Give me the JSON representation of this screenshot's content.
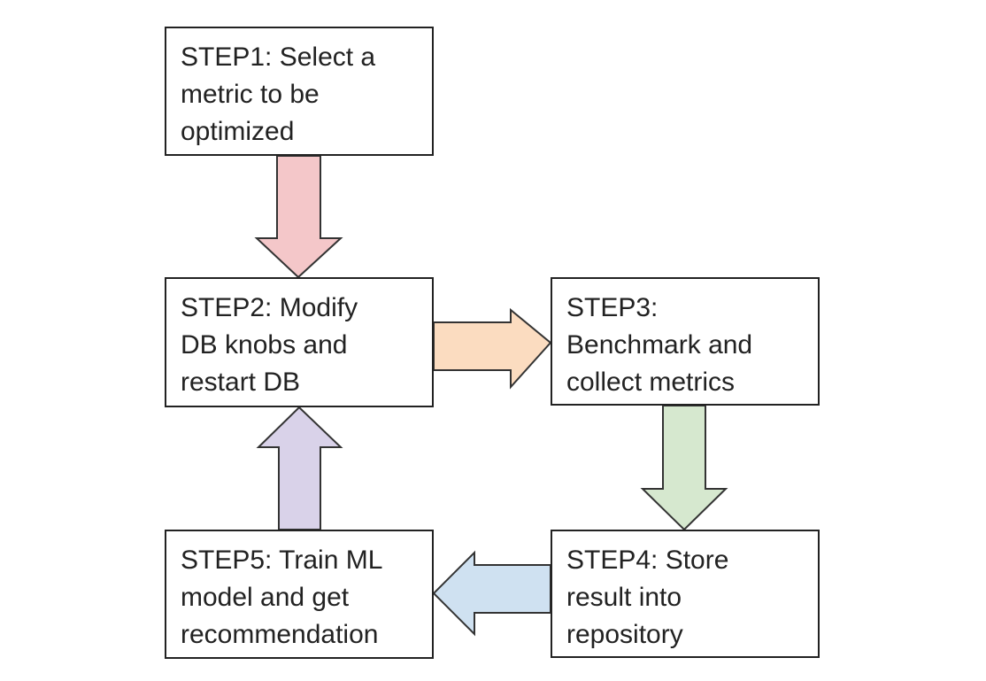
{
  "steps": [
    {
      "id": "step1",
      "text": "STEP1: Select a\nmetric to be\noptimized"
    },
    {
      "id": "step2",
      "text": "STEP2: Modify\nDB knobs and\nrestart DB"
    },
    {
      "id": "step3",
      "text": "STEP3:\nBenchmark and\ncollect metrics"
    },
    {
      "id": "step4",
      "text": "STEP4: Store\nresult into\nrepository"
    },
    {
      "id": "step5",
      "text": "STEP5: Train ML\nmodel and get\nrecommendation"
    }
  ],
  "arrows": [
    {
      "from": "step1",
      "to": "step2",
      "direction": "down",
      "color": "#f4c7c9"
    },
    {
      "from": "step2",
      "to": "step3",
      "direction": "right",
      "color": "#fbdcc0"
    },
    {
      "from": "step3",
      "to": "step4",
      "direction": "down",
      "color": "#d6e8cf"
    },
    {
      "from": "step4",
      "to": "step5",
      "direction": "left",
      "color": "#cfe1f1"
    },
    {
      "from": "step5",
      "to": "step2",
      "direction": "up",
      "color": "#d9d2e9"
    }
  ]
}
